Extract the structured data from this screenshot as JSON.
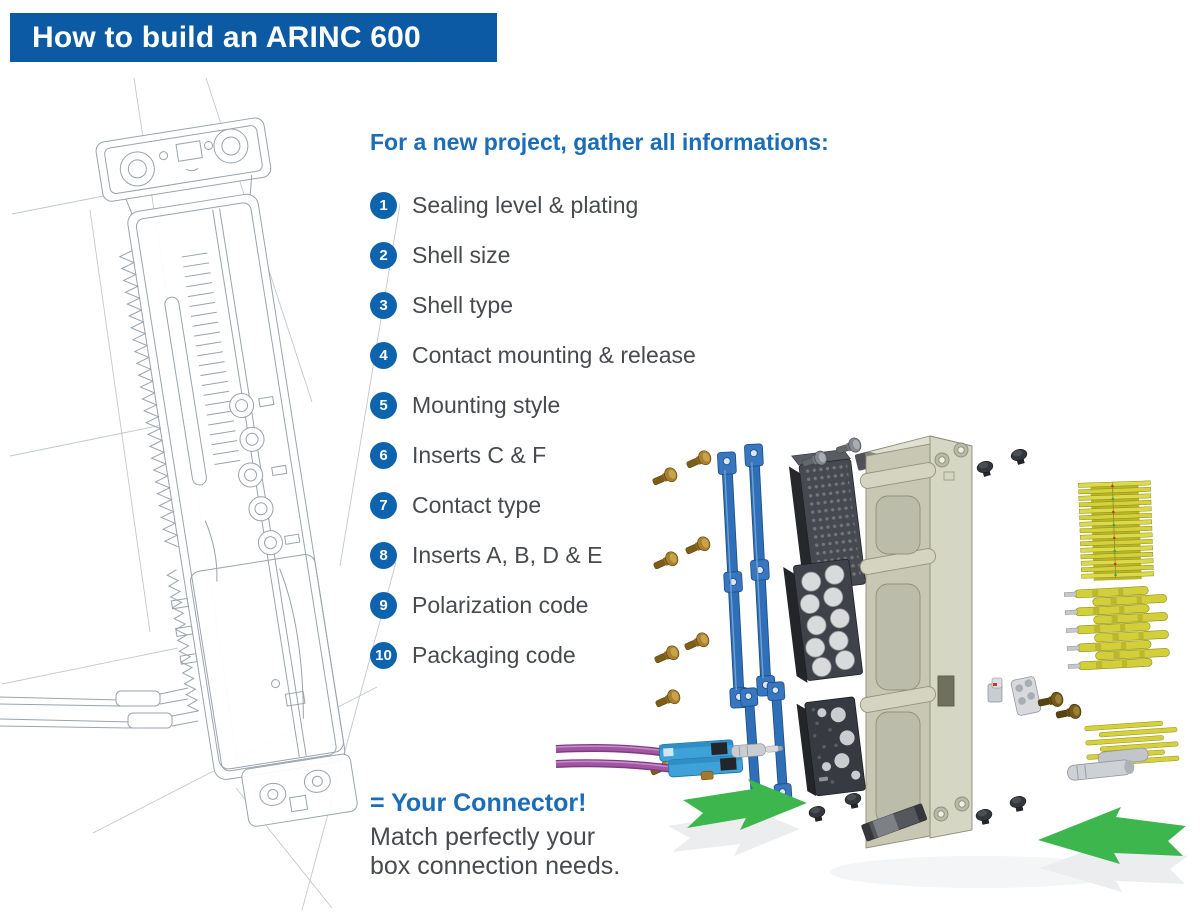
{
  "banner": {
    "title": "How to build an ARINC 600"
  },
  "instructions": {
    "heading": "For a new project, gather all informations:",
    "steps": [
      {
        "num": "1",
        "label": "Sealing level & plating"
      },
      {
        "num": "2",
        "label": "Shell size"
      },
      {
        "num": "3",
        "label": "Shell type"
      },
      {
        "num": "4",
        "label": "Contact mounting & release"
      },
      {
        "num": "5",
        "label": "Mounting style"
      },
      {
        "num": "6",
        "label": "Inserts C & F"
      },
      {
        "num": "7",
        "label": "Contact type"
      },
      {
        "num": "8",
        "label": "Inserts A, B, D & E"
      },
      {
        "num": "9",
        "label": "Polarization code"
      },
      {
        "num": "10",
        "label": "Packaging code"
      }
    ]
  },
  "result": {
    "headline": "= Your Connector!",
    "body_lines": [
      "Match perfectly your",
      "box connection needs."
    ]
  },
  "colors": {
    "banner_blue": "#0c59a4",
    "accent_blue": "#1a6db6",
    "badge_blue": "#0d63ae",
    "text_gray": "#474a4e",
    "arrow_green": "#3cb64d",
    "shell_beige": "#c7c7b3",
    "rail_blue": "#2f6fb7",
    "contact_gold": "#a8802f",
    "contact_yellow": "#d5d23a",
    "cable_purple": "#9b4f9e",
    "insert_dark": "#3c3f45"
  },
  "illustrations": {
    "left_sketch": "arinc-600-connector-line-drawing",
    "exploded_view": "arinc-600-exploded-parts"
  }
}
